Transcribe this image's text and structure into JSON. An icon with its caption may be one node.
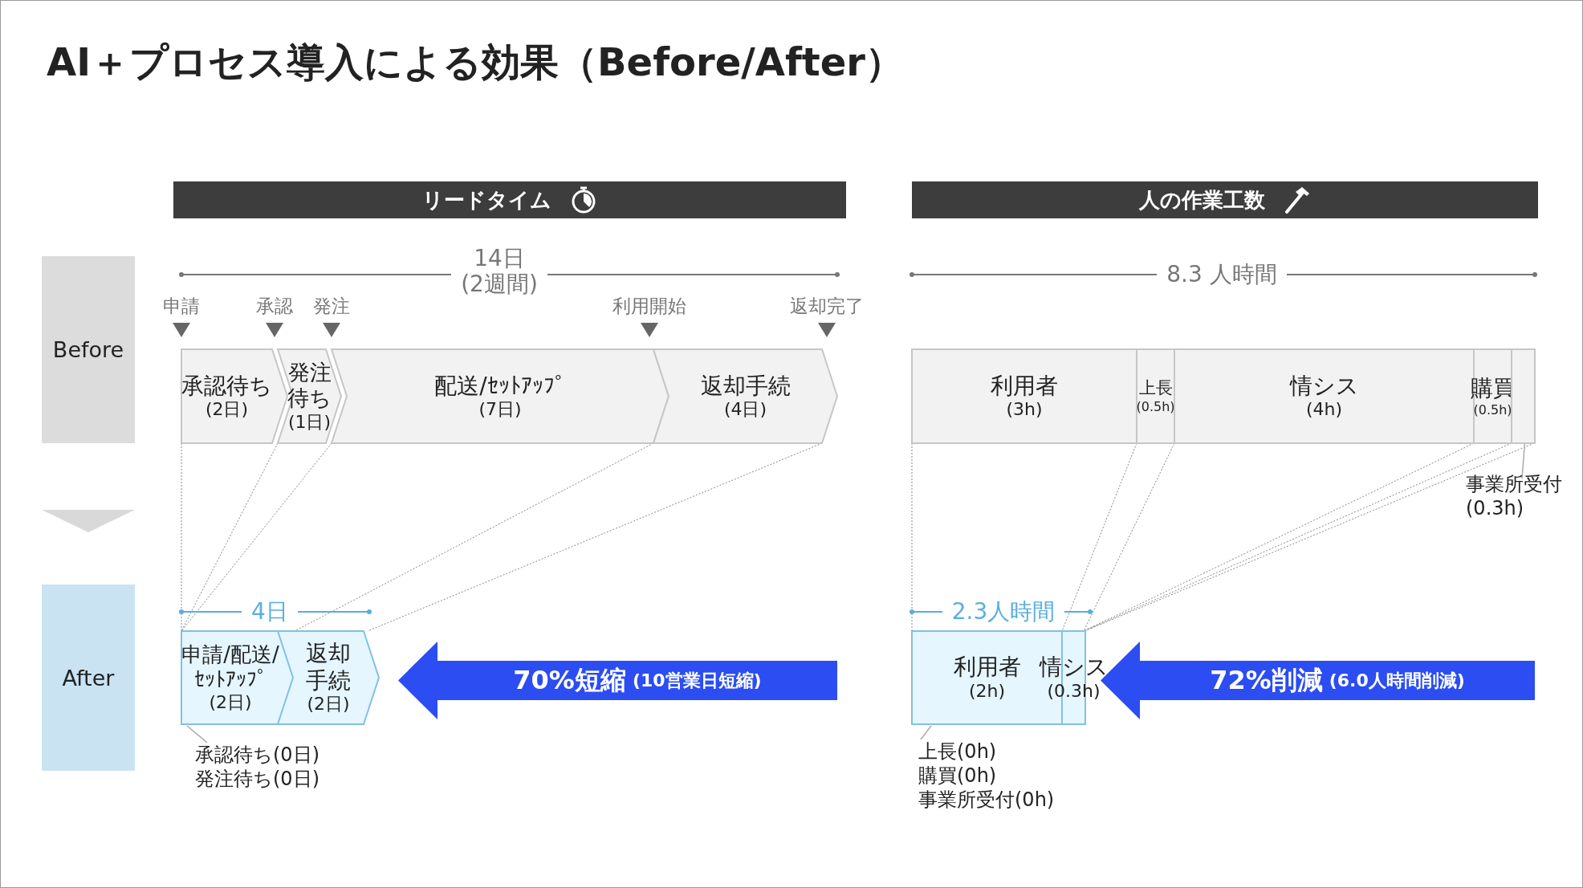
{
  "diagram": {
    "title": "AI＋プロセス導入による効果（Before/After）",
    "nodes": [
      {
        "text": [
          "リードタイム"
        ]
      },
      {
        "text": [
          "人の作業工数"
        ]
      },
      {
        "text": [
          "Before"
        ]
      },
      {
        "text": [
          "承認待ち",
          "(2日)"
        ]
      },
      {
        "text": [
          "発注待ち",
          "(1日)"
        ]
      },
      {
        "text": [
          "配送/ｾｯﾄｱｯﾌﾟ",
          "(7日)"
        ]
      },
      {
        "text": [
          "返却手続",
          "(4日)"
        ]
      },
      {
        "text": [
          "利用者",
          "(3h)"
        ]
      },
      {
        "text": [
          "上長",
          "(0.5h)"
        ]
      },
      {
        "text": [
          "情シス",
          "(4h)"
        ]
      },
      {
        "text": [
          "購買",
          "(0.5h)"
        ]
      },
      {
        "text": [],
        "shape": "box"
      },
      {
        "text": [
          "事業所受付",
          "(0.3h)"
        ]
      },
      {
        "text": [
          "After"
        ]
      },
      {
        "text": [
          "申請/配送/ｾｯﾄｱｯﾌﾟ",
          "(2日)"
        ]
      },
      {
        "text": [
          "返却手続",
          "(2日)"
        ]
      },
      {
        "text": [
          "70%短縮",
          "(10営業日短縮)"
        ]
      },
      {
        "text": [
          "利用者",
          "(2h)"
        ]
      },
      {
        "text": [
          "情シス",
          "(0.3h)"
        ]
      },
      {
        "text": [
          "72%削減",
          "(6.0人時間削減)"
        ]
      },
      {
        "text": [
          "承認待ち(0日)",
          "発注待ち(0日)"
        ]
      },
      {
        "text": [
          "上長(0h)",
          "購買(0h)",
          "事業所受付(0h)"
        ]
      },
      {
        "text": [],
        "shape": "triangle"
      }
    ],
    "edges": [
      {
        "from": 3,
        "to": 14,
        "arrow": "none",
        "style": "dashed"
      },
      {
        "from": 4,
        "to": 14,
        "arrow": "none",
        "style": "dashed"
      },
      {
        "from": 5,
        "to": 14,
        "arrow": "none",
        "style": "dashed"
      },
      {
        "from": 6,
        "to": 15,
        "arrow": "none",
        "style": "dashed"
      },
      {
        "from": 6,
        "to": 15,
        "arrow": "none",
        "style": "dashed"
      },
      {
        "from": 7,
        "to": 17,
        "arrow": "none",
        "style": "dashed"
      },
      {
        "from": 8,
        "to": 17,
        "arrow": "none",
        "style": "dashed"
      },
      {
        "from": 9,
        "to": 18,
        "arrow": "none",
        "style": "dashed"
      },
      {
        "from": 10,
        "to": 18,
        "arrow": "none",
        "style": "dashed"
      },
      {
        "from": 11,
        "to": 18,
        "arrow": "none",
        "style": "dashed"
      },
      {
        "from": 11,
        "to": 18,
        "arrow": "none",
        "style": "dashed"
      },
      {
        "from": 12,
        "to": 11,
        "arrow": "none"
      },
      {
        "from": 20,
        "to": 14,
        "arrow": "none"
      },
      {
        "from": 21,
        "to": 17,
        "arrow": "none"
      }
    ],
    "labels": [
      "14日 (2週間)",
      "8.3 人時間",
      "申請",
      "承認",
      "発注",
      "利用開始",
      "返却完了",
      "4日",
      "2.3人時間"
    ]
  }
}
